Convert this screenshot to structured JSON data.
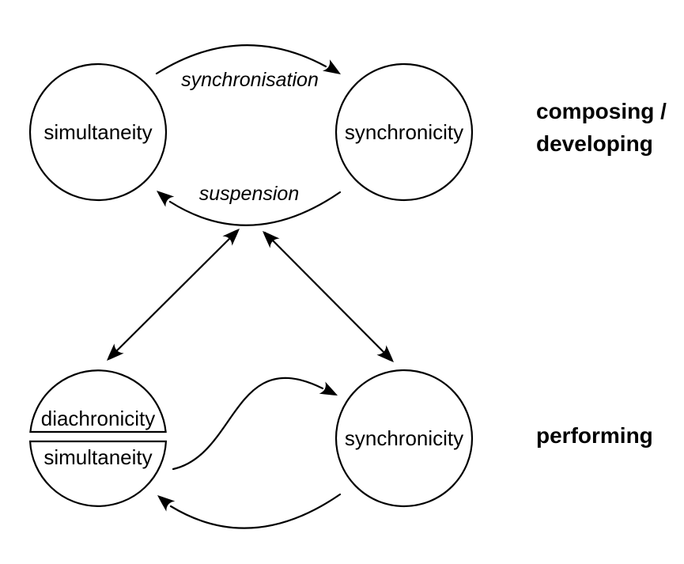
{
  "colors": {
    "ink": "#000000",
    "background": "#ffffff"
  },
  "diagram": {
    "top_row": {
      "left_node": "simultaneity",
      "right_node": "synchronicity",
      "forward_edge_label": "synchronisation",
      "back_edge_label": "suspension",
      "side_label_line1": "composing /",
      "side_label_line2": "developing"
    },
    "bottom_row": {
      "left_node_top_half": "diachronicity",
      "left_node_bottom_half": "simultaneity",
      "right_node": "synchronicity",
      "side_label": "performing"
    }
  }
}
